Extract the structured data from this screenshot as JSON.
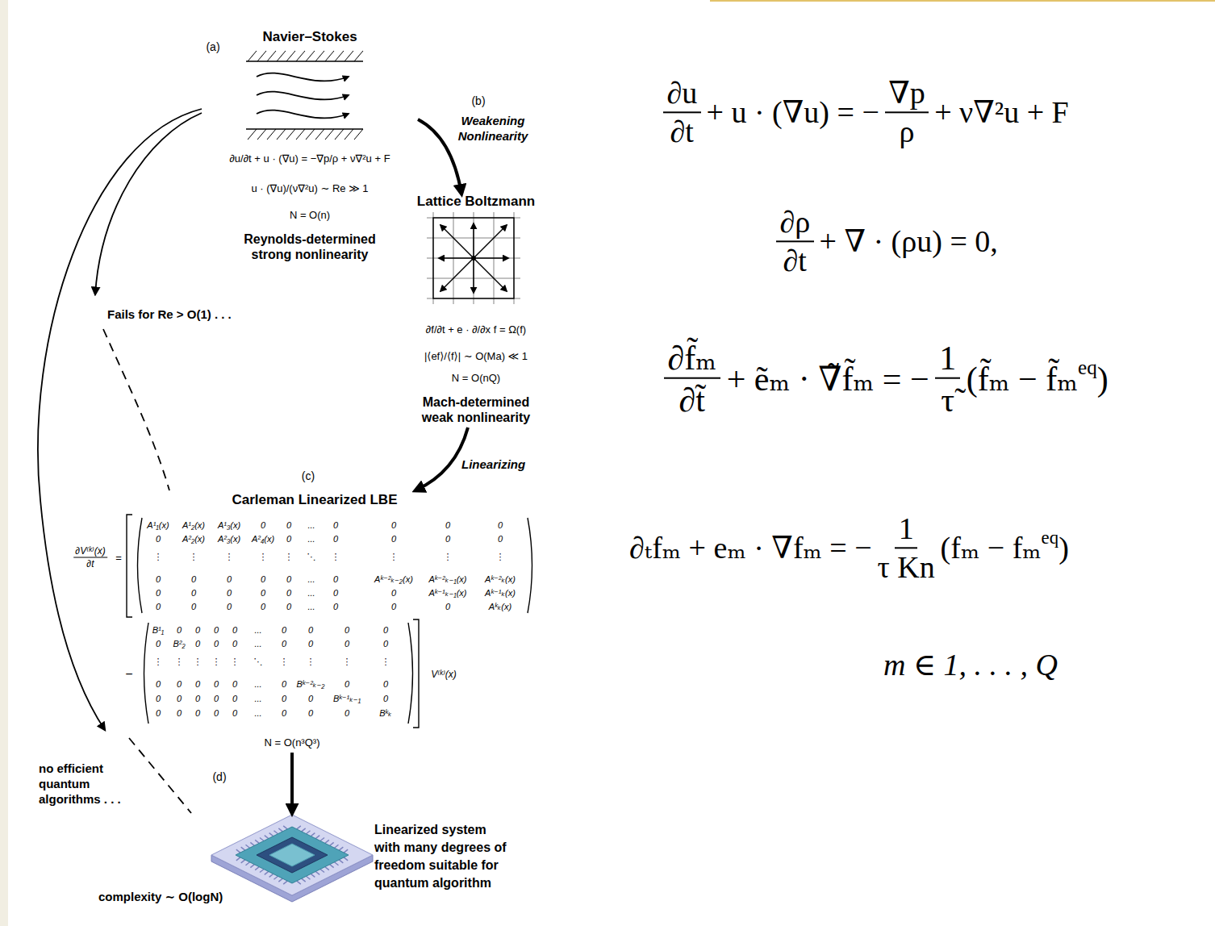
{
  "diagram": {
    "nodes": [
      {
        "text": [
          "Navier–Stokes",
          "∂u/∂t + u · (∇u) = −∇p/ρ + ν∇²u + F",
          "u · (∇u)/(ν∇²u) ∼ Re ≫ 1",
          "N = O(n)",
          "Reynolds-determined strong nonlinearity"
        ]
      },
      {
        "text": [
          "Lattice Boltzmann",
          "∂f/∂t + e · ∂/∂x f = Ω(f)",
          "|⟨ef⟩/⟨f⟩| ∼ O(Ma) ≪ 1",
          "N = O(nQ)",
          "Mach-determined weak nonlinearity"
        ]
      },
      {
        "text": [
          "Carleman Linearized LBE",
          "N = O(n³Q³)"
        ]
      },
      {
        "text": [
          "Linearized system with many degrees of freedom suitable for quantum algorithm",
          "complexity ∼ O(logN)"
        ]
      }
    ],
    "edges": [
      {
        "from": 0,
        "to": 1,
        "arrow": "to",
        "label": "Weakening Nonlinearity"
      },
      {
        "from": 1,
        "to": 2,
        "arrow": "to",
        "label": "Linearizing"
      },
      {
        "from": 2,
        "to": 3,
        "arrow": "to"
      },
      {
        "from": 0,
        "to": 2,
        "arrow": "to",
        "label": "Fails for Re > O(1) . . ."
      },
      {
        "from": 0,
        "to": 3,
        "arrow": "to",
        "label": "no efficient quantum algorithms . . ."
      }
    ],
    "labels": [
      "(a)",
      "(b)",
      "(c)",
      "(d)",
      "∂V⁽ᵏ⁾(x)",
      "∂t",
      "=",
      "−",
      "V⁽ᵏ⁾(x)",
      "A¹₁(x)",
      "A¹₂(x)",
      "A¹₃(x)",
      "0",
      "0",
      "...",
      "0",
      "0",
      "0",
      "0",
      "0",
      "A²₂(x)",
      "A²₃(x)",
      "A²₄(x)",
      "0",
      "...",
      "0",
      "0",
      "0",
      "0",
      "⋮",
      "⋮",
      "⋮",
      "⋮",
      "⋮",
      "⋱",
      "⋮",
      "⋮",
      "⋮",
      "⋮",
      "0",
      "0",
      "0",
      "0",
      "0",
      "...",
      "0",
      "Aᵏ⁻²ₖ₋₂(x)",
      "Aᵏ⁻²ₖ₋₁(x)",
      "Aᵏ⁻²ₖ(x)",
      "0",
      "0",
      "0",
      "0",
      "0",
      "...",
      "0",
      "0",
      "Aᵏ⁻¹ₖ₋₁(x)",
      "Aᵏ⁻¹ₖ(x)",
      "0",
      "0",
      "0",
      "0",
      "0",
      "...",
      "0",
      "0",
      "0",
      "Aᵏₖ(x)",
      "B¹₁",
      "0",
      "0",
      "0",
      "0",
      "...",
      "0",
      "0",
      "0",
      "0",
      "0",
      "B²₂",
      "0",
      "0",
      "0",
      "...",
      "0",
      "0",
      "0",
      "0",
      "⋮",
      "⋮",
      "⋮",
      "⋮",
      "⋮",
      "⋱",
      "⋮",
      "⋮",
      "⋮",
      "⋮",
      "0",
      "0",
      "0",
      "0",
      "0",
      "...",
      "0",
      "Bᵏ⁻²ₖ₋₂",
      "0",
      "0",
      "0",
      "0",
      "0",
      "0",
      "0",
      "...",
      "0",
      "0",
      "Bᵏ⁻¹ₖ₋₁",
      "0",
      "0",
      "0",
      "0",
      "0",
      "0",
      "...",
      "0",
      "0",
      "0",
      "Bᵏₖ",
      "∂u",
      "∂t",
      "+ u · (∇u) = −",
      "∇p",
      "ρ",
      "+ ν∇²u + F",
      "∂ρ",
      "∂t",
      "+ ∇ · (ρu) = 0,",
      "∂f̃ₘ",
      "∂t̃",
      "+ ẽₘ · ∇̃f̃ₘ = −",
      "1",
      "τ̃",
      "(f̃ₘ − f̃ₘ",
      "eq",
      ")",
      "∂ₜfₘ + eₘ · ∇fₘ = −",
      "1",
      "τ Kn",
      "(fₘ − fₘ",
      "eq",
      ")",
      "m ∈ 1, . . . , Q"
    ]
  }
}
